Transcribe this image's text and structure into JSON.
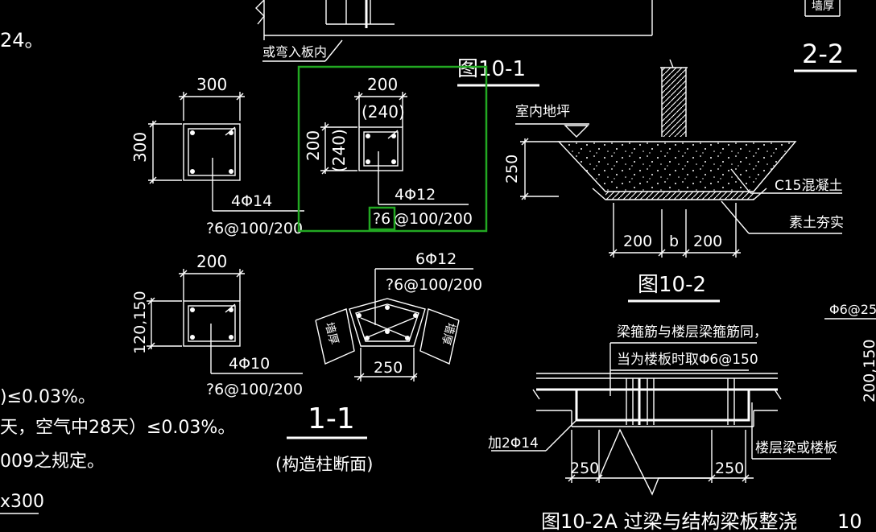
{
  "colors": {
    "background": "#000000",
    "drawing": "#ffffff",
    "selection": "#22a822"
  },
  "left_notes": {
    "line1": "24。",
    "line2": ")≤0.03%。",
    "line3": "天，空气中28天）≤0.03%。",
    "line4": "009之规定。",
    "line5": "x300"
  },
  "top": {
    "embed_label": "或弯入板内",
    "wall_thickness": "墙厚",
    "section_2_2": "2-2"
  },
  "col_a": {
    "dim_w": "300",
    "dim_h": "300",
    "main_bar": "4Φ14",
    "stirrup": "?6@100/200"
  },
  "col_b": {
    "dim_w": "200",
    "dim_w_alt": "(240)",
    "dim_h": "200",
    "dim_h_alt": "(240)",
    "main_bar": "4Φ12",
    "stirrup_mark": "?6",
    "stirrup_rest": "@100/200"
  },
  "col_c": {
    "dim_w": "200",
    "dim_h": "120,150",
    "main_bar": "4Φ10",
    "stirrup": "?6@100/200"
  },
  "col_d": {
    "main_bar": "6Φ12",
    "stirrup": "?6@100/200",
    "wall_left": "墙厚",
    "wall_right": "墙厚",
    "dim": "250"
  },
  "section_1_1": {
    "title": "1-1",
    "subtitle": "(构造柱断面)"
  },
  "fig_10_1": "图10-1",
  "fig_10_2": {
    "indoor_floor": "室内地坪",
    "depth": "250",
    "concrete": "C15混凝土",
    "compacted_soil": "素土夯实",
    "dim_left": "200",
    "dim_mid": "b",
    "dim_right": "200",
    "title": "图10-2"
  },
  "fig_10_2a": {
    "note1": "梁箍筋与楼层梁箍筋同，",
    "note2": "当为楼板时取Φ6@150",
    "add_bar": "加2Φ14",
    "beam_label": "楼层梁或楼板",
    "dim_left": "250",
    "dim_right": "250",
    "title": "图10-2A  过梁与结构梁板整浇"
  },
  "right_edge": {
    "stirrup": "Φ6@25",
    "dim": "200,150",
    "fig_partial": "10"
  }
}
